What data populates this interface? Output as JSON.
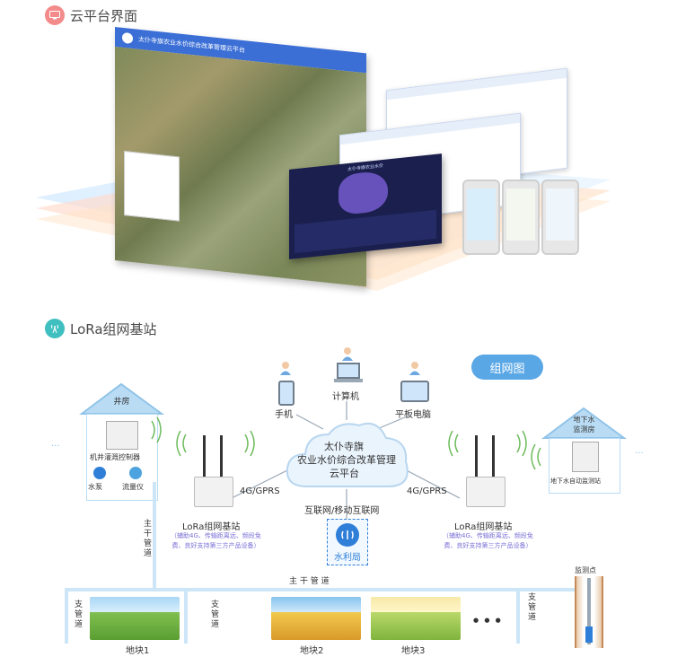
{
  "section1": {
    "title": "云平台界面"
  },
  "screenshots": {
    "map_window_title": "太仆寺旗农业水价综合改革管理云平台",
    "dashboard_title": "太仆寺旗农业水价"
  },
  "section2": {
    "title": "LoRa组网基站"
  },
  "badge": {
    "text": "组网图"
  },
  "devices": {
    "phone": "手机",
    "computer": "计算机",
    "tablet": "平板电脑"
  },
  "cloud": {
    "line1": "太仆寺旗",
    "line2": "农业水价综合改革管理",
    "line3": "云平台"
  },
  "links": {
    "left": "4G/GPRS",
    "right": "4G/GPRS",
    "internet": "互联网/移动互联网"
  },
  "bureau": {
    "label": "水利局"
  },
  "well_house": {
    "roof_label": "井房",
    "controller": "机井灌溉控制器",
    "pump": "水泵",
    "flowmeter": "流量仪"
  },
  "base_left": {
    "title": "LoRa组网基站",
    "note_line1": "（辅助4G、传输距离远、频段免",
    "note_line2": "费、良好支持第三方产品设备）"
  },
  "base_right": {
    "title": "LoRa组网基站",
    "note_line1": "（辅助4G、传输距离远、频段免",
    "note_line2": "费、良好支持第三方产品设备）"
  },
  "groundwater_house": {
    "roof_line1": "地下水",
    "roof_line2": "监测房",
    "station": "地下水自动监测站"
  },
  "monitor_point": {
    "label": "监测点"
  },
  "pipes": {
    "main_vertical": "主干管道",
    "main_horizontal": "主 干 管 道",
    "branch_left": "支管道",
    "branch_mid": "支管道",
    "branch_right": "支管道"
  },
  "fields": {
    "f1": "地块1",
    "f2": "地块2",
    "f3": "地块3",
    "more": "● ● ●"
  },
  "colors": {
    "accent": "#2f7fd8",
    "badge": "#5aa7e6",
    "note": "#7a6fd6",
    "pipe": "#cde6f7",
    "section1_icon": "#f48b8b",
    "section2_icon": "#3fbfbf"
  }
}
